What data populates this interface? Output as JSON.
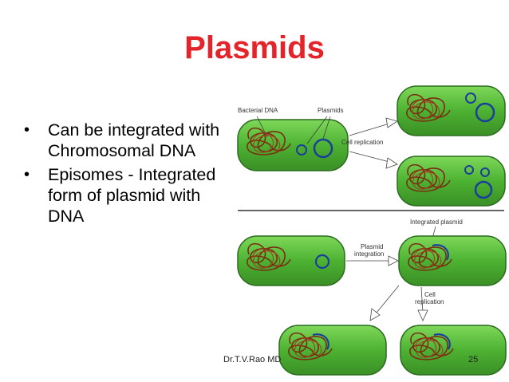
{
  "slide": {
    "title": "Plasmids",
    "bullets": [
      {
        "text": "Can be integrated with Chromosomal DNA"
      },
      {
        "text": "Episomes   - Integrated form of plasmid with DNA"
      }
    ],
    "footer_author": "Dr.T.V.Rao MD",
    "page_number": "25"
  },
  "diagram": {
    "labels": {
      "bacterial_dna": "Bacterial DNA",
      "plasmids": "Plasmids",
      "cell_replication": "Cell replication",
      "integrated_plasmid": "Integrated plasmid",
      "plasmid_integration_line1": "Plasmid",
      "plasmid_integration_line2": "integration",
      "cell_replication_2_line1": "Cell",
      "cell_replication_2_line2": "replication"
    }
  },
  "colors": {
    "title": "#e3242b",
    "cell_fill": "#5cbf3a",
    "cell_edge": "#2a6b1f",
    "dna": "#7a2d12",
    "plasmid": "#1a3f9a"
  }
}
